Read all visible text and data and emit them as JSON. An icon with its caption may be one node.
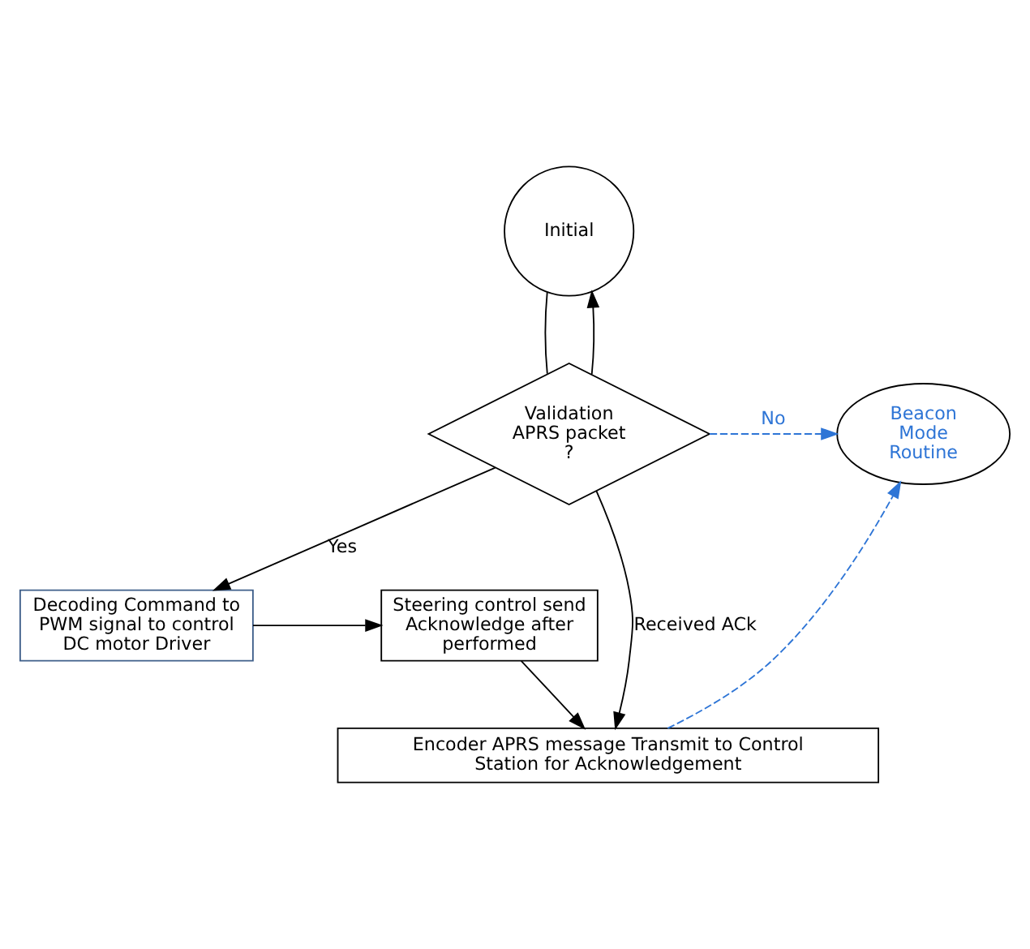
{
  "diagram": {
    "nodes": [
      {
        "text": [
          "Initial"
        ]
      },
      {
        "text": [
          "Validation APRS packet ?"
        ]
      },
      {
        "text": [
          "Beacon Mode Routine"
        ]
      },
      {
        "text": [
          "Decoding Command to PWM signal to control DC motor Driver"
        ]
      },
      {
        "text": [
          "Steering control send Acknowledge after performed"
        ]
      },
      {
        "text": [
          "Encoder APRS message Transmit to Control Station for Acknowledgement"
        ]
      }
    ],
    "edges": [
      {
        "from": 0,
        "to": 1,
        "arrow": "none"
      },
      {
        "from": 1,
        "to": 0,
        "arrow": "to"
      },
      {
        "from": 1,
        "to": 2,
        "arrow": "to",
        "label": "No",
        "style": "dashed",
        "color": "#2e75d6"
      },
      {
        "from": 1,
        "to": 3,
        "arrow": "to",
        "label": "Yes"
      },
      {
        "from": 1,
        "to": 5,
        "arrow": "to",
        "label": "Received ACk"
      },
      {
        "from": 3,
        "to": 4,
        "arrow": "to"
      },
      {
        "from": 4,
        "to": 5,
        "arrow": "to"
      },
      {
        "from": 5,
        "to": 2,
        "arrow": "to",
        "style": "dashed",
        "color": "#2e75d6"
      }
    ]
  }
}
